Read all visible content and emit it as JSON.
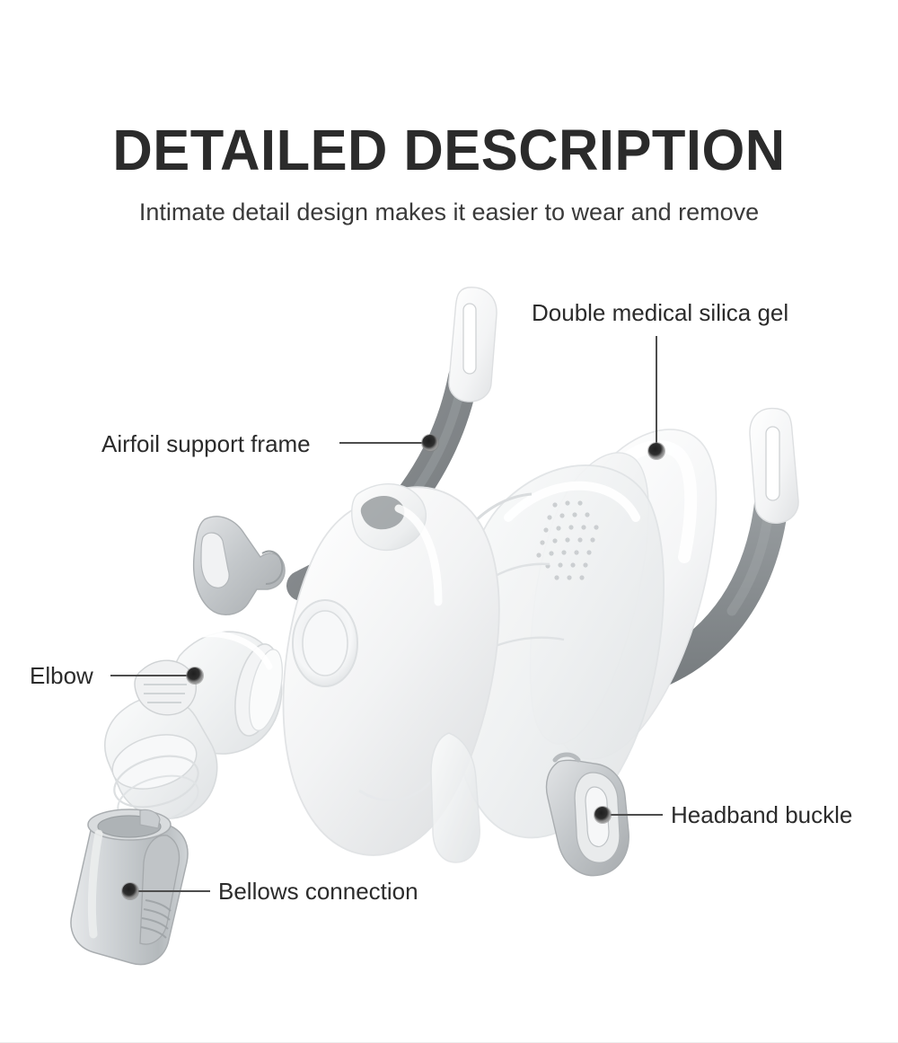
{
  "header": {
    "title": "DETAILED DESCRIPTION",
    "subtitle": "Intimate detail design makes it easier to wear and remove"
  },
  "colors": {
    "background": "#ffffff",
    "title_text": "#2b2b2b",
    "subtitle_text": "#3a3a3a",
    "leader_line": "#4d4d4d",
    "callout_dot": "#2e2e2e",
    "strap_fabric": "#8d9194",
    "strap_tab_plastic": "#fbfbfb",
    "mask_shell": "#f4f5f6",
    "buckle_plastic": "#b9bdc0",
    "bellows_plastic": "#c3c7ca",
    "elbow_clear": "#eef0f1"
  },
  "callouts": [
    {
      "id": "double-medical-silica-gel",
      "label": "Double medical silica gel",
      "leader": "vertical"
    },
    {
      "id": "airfoil-support-frame",
      "label": "Airfoil support frame",
      "leader": "horizontal"
    },
    {
      "id": "elbow",
      "label": "Elbow",
      "leader": "horizontal"
    },
    {
      "id": "headband-buckle",
      "label": "Headband buckle",
      "leader": "horizontal"
    },
    {
      "id": "bellows-connection",
      "label": "Bellows connection",
      "leader": "horizontal"
    }
  ],
  "product": {
    "type": "CPAP full face mask exploded view",
    "parts": [
      "headgear strap left",
      "headgear strap right",
      "mask frame",
      "silica gel cushion",
      "elbow connector",
      "bellows connection",
      "headband buckle left",
      "headband buckle right"
    ]
  }
}
